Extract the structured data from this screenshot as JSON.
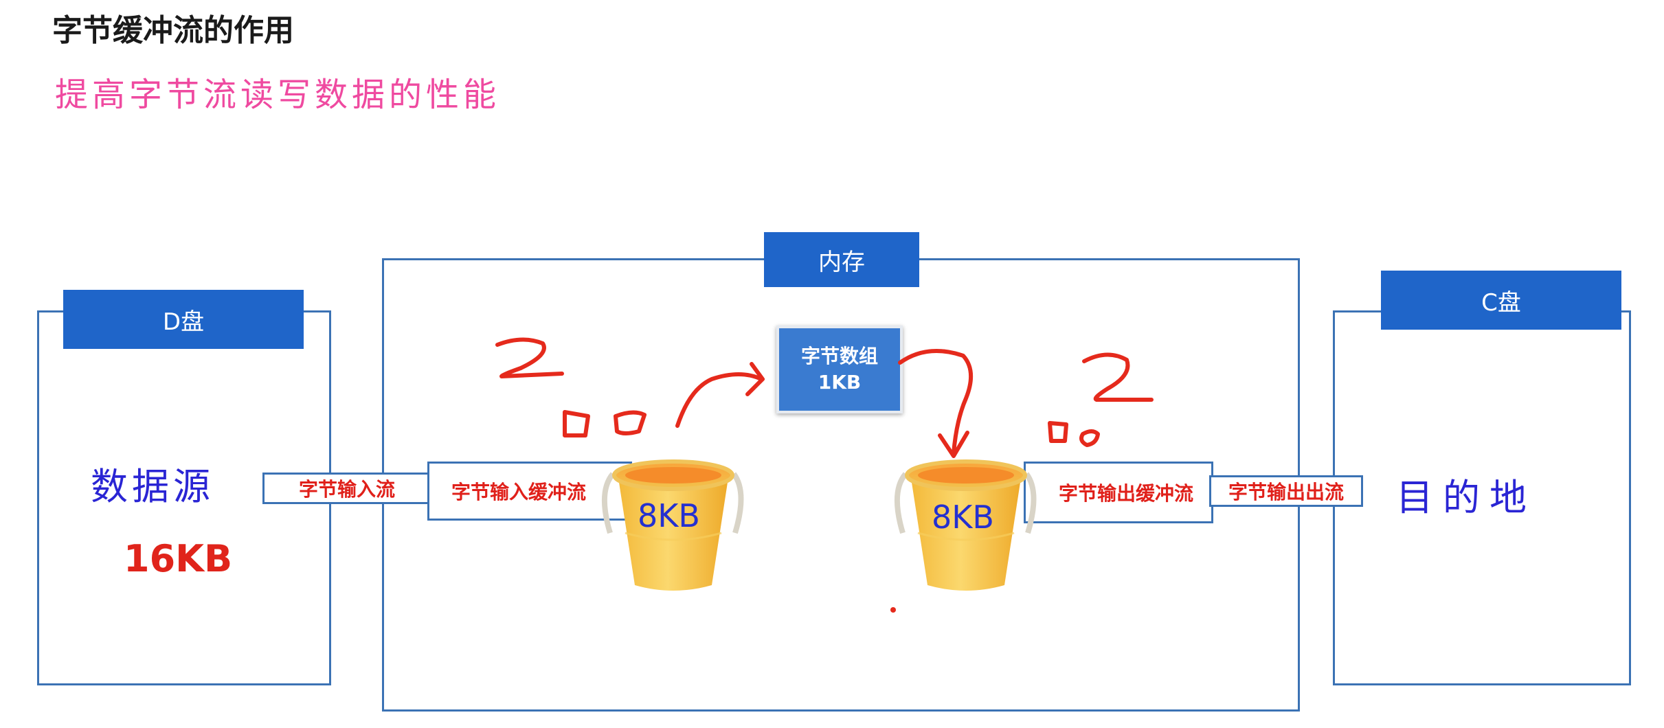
{
  "title": "字节缓冲流的作用",
  "subtitle": "提高字节流读写数据的性能",
  "d_disk": {
    "header": "D盘",
    "label": "数据源",
    "size": "16KB"
  },
  "memory": {
    "header": "内存",
    "byte_array_line1": "字节数组",
    "byte_array_line2": "1KB"
  },
  "c_disk": {
    "header": "C盘",
    "label": "目的地"
  },
  "pipes": {
    "byte_input_stream": "字节输入流",
    "buffered_input_stream": "字节输入缓冲流",
    "buffered_output_stream": "字节输出缓冲流",
    "byte_output_stream": "字节输出出流"
  },
  "buckets": {
    "left_label": "8KB",
    "right_label": "8KB"
  },
  "annotations": {
    "left_number": "2",
    "right_number": "2"
  },
  "colors": {
    "frame": "#3b72b4",
    "header": "#1f65c9",
    "pipe_text": "#e0201a",
    "handwriting_red": "#e52a1c",
    "handwriting_blue": "#2a25d4",
    "subtitle": "#ef4aa0"
  }
}
